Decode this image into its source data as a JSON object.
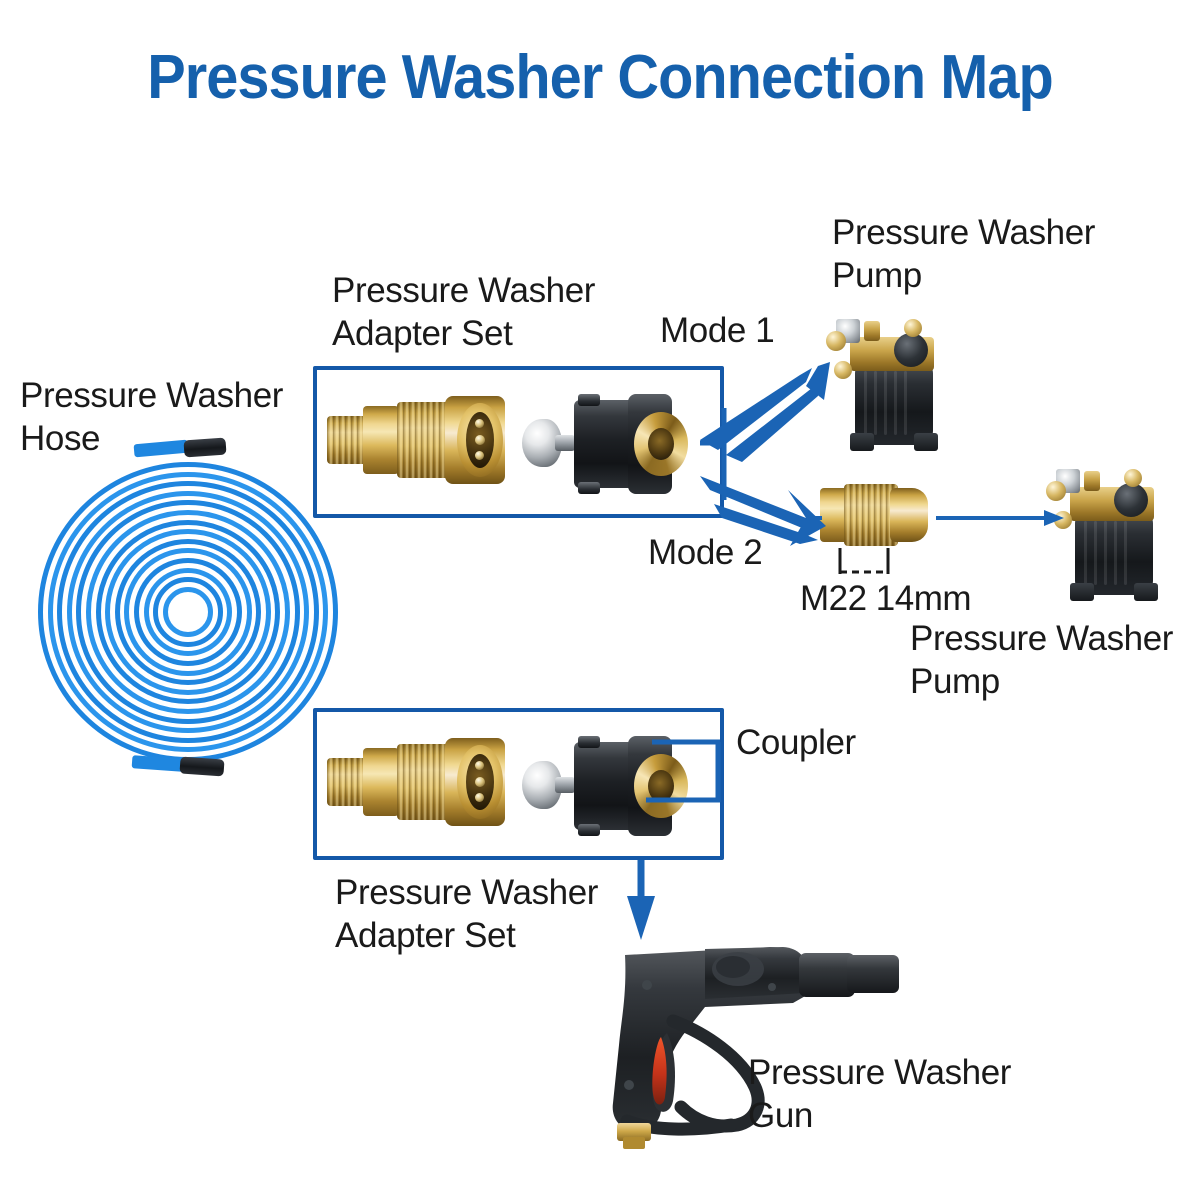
{
  "page": {
    "title": "Pressure Washer Connection Map",
    "title_color": "#1560ac",
    "background": "#ffffff",
    "accent_blue": "#1458a8",
    "arrow_blue": "#1b64b5"
  },
  "labels": {
    "hose": "Pressure Washer\nHose",
    "adapter_set_top": "Pressure Washer\nAdapter Set",
    "adapter_set_bottom": "Pressure Washer\nAdapter Set",
    "mode_1": "Mode 1",
    "mode_2": "Mode 2",
    "m22_dimension": "M22 14mm",
    "pump_top": "Pressure Washer\nPump",
    "pump_right": "Pressure Washer\nPump",
    "coupler": "Coupler",
    "gun": "Pressure Washer\nGun"
  },
  "components": [
    {
      "id": "pressure-washer-hose",
      "name": "Pressure Washer Hose",
      "appearance": "blue coiled high-pressure hose with black end fittings",
      "color": "#1f87e0"
    },
    {
      "id": "adapter-set-top",
      "name": "Pressure Washer Adapter Set",
      "contains": [
        "brass quick-connect coupler",
        "silver quick-connect plug",
        "black M22 swivel nut"
      ],
      "boxed": true
    },
    {
      "id": "adapter-set-bottom",
      "name": "Pressure Washer Adapter Set",
      "contains": [
        "brass quick-connect coupler",
        "silver quick-connect plug",
        "black M22 swivel nut"
      ],
      "boxed": true
    },
    {
      "id": "m22-14mm-adapter",
      "name": "M22 14mm brass adapter",
      "color": "#d2ab4c"
    },
    {
      "id": "pump-mode-1",
      "name": "Pressure Washer Pump",
      "color": "#1d2024"
    },
    {
      "id": "pump-mode-2",
      "name": "Pressure Washer Pump",
      "color": "#1d2024"
    },
    {
      "id": "pressure-washer-gun",
      "name": "Pressure Washer Gun",
      "color": "#1e2124",
      "detail": "black trigger gun with orange safety lock"
    }
  ],
  "connections": [
    {
      "from": "adapter-set-top",
      "to": "pump-mode-1",
      "label": "Mode 1",
      "style": "thick blue arrow up-right"
    },
    {
      "from": "adapter-set-top",
      "to": "m22-14mm-adapter",
      "label": "Mode 2",
      "style": "thick blue arrow down-right"
    },
    {
      "from": "m22-14mm-adapter",
      "to": "pump-mode-2",
      "label": "",
      "style": "thin blue arrow right"
    },
    {
      "from": "adapter-set-bottom",
      "to": "pressure-washer-gun",
      "label": "Coupler",
      "style": "blue arrow down"
    }
  ],
  "chart_data": {
    "type": "diagram",
    "title": "Pressure Washer Connection Map",
    "nodes": [
      "Pressure Washer Hose",
      "Pressure Washer Adapter Set",
      "Pressure Washer Pump",
      "M22 14mm",
      "Coupler",
      "Pressure Washer Gun"
    ],
    "edges": [
      "Adapter Set -> Pump (Mode 1)",
      "Adapter Set -> M22 14mm -> Pump (Mode 2)",
      "Adapter Set / Coupler -> Pressure Washer Gun"
    ]
  }
}
